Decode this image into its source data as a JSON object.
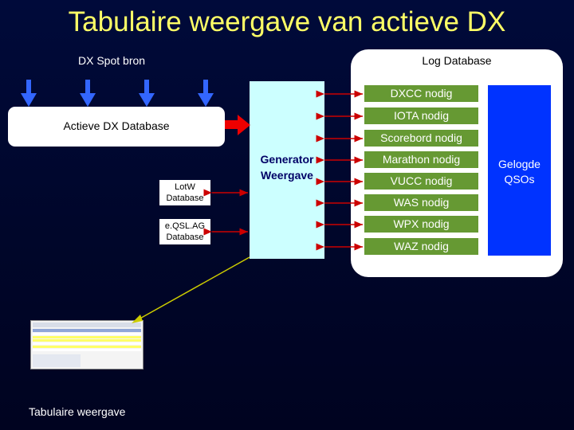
{
  "title": "Tabulaire weergave van actieve DX",
  "dx_spot_source": "DX Spot bron",
  "log_database": "Log Database",
  "active_dx_database": "Actieve DX Database",
  "generator": [
    "Generator",
    "Weergave"
  ],
  "lotw": [
    "LotW",
    "Database"
  ],
  "eqsl": [
    "e.QSL.AG",
    "Database"
  ],
  "logged_qsos": [
    "Gelogde",
    "QSOs"
  ],
  "needs": [
    "DXCC nodig",
    "IOTA nodig",
    "Scorebord nodig",
    "Marathon nodig",
    "VUCC nodig",
    "WAS nodig",
    "WPX nodig",
    "WAZ nodig"
  ],
  "tabular_view": "Tabulaire weergave",
  "colors": {
    "title": "#ffff66",
    "arrow_red": "#cc0000",
    "spot_arrow": "#3366ff",
    "need_box": "#669933",
    "logged_box": "#0033ff",
    "generator_box": "#ccffff",
    "link_line": "#cccc00"
  }
}
